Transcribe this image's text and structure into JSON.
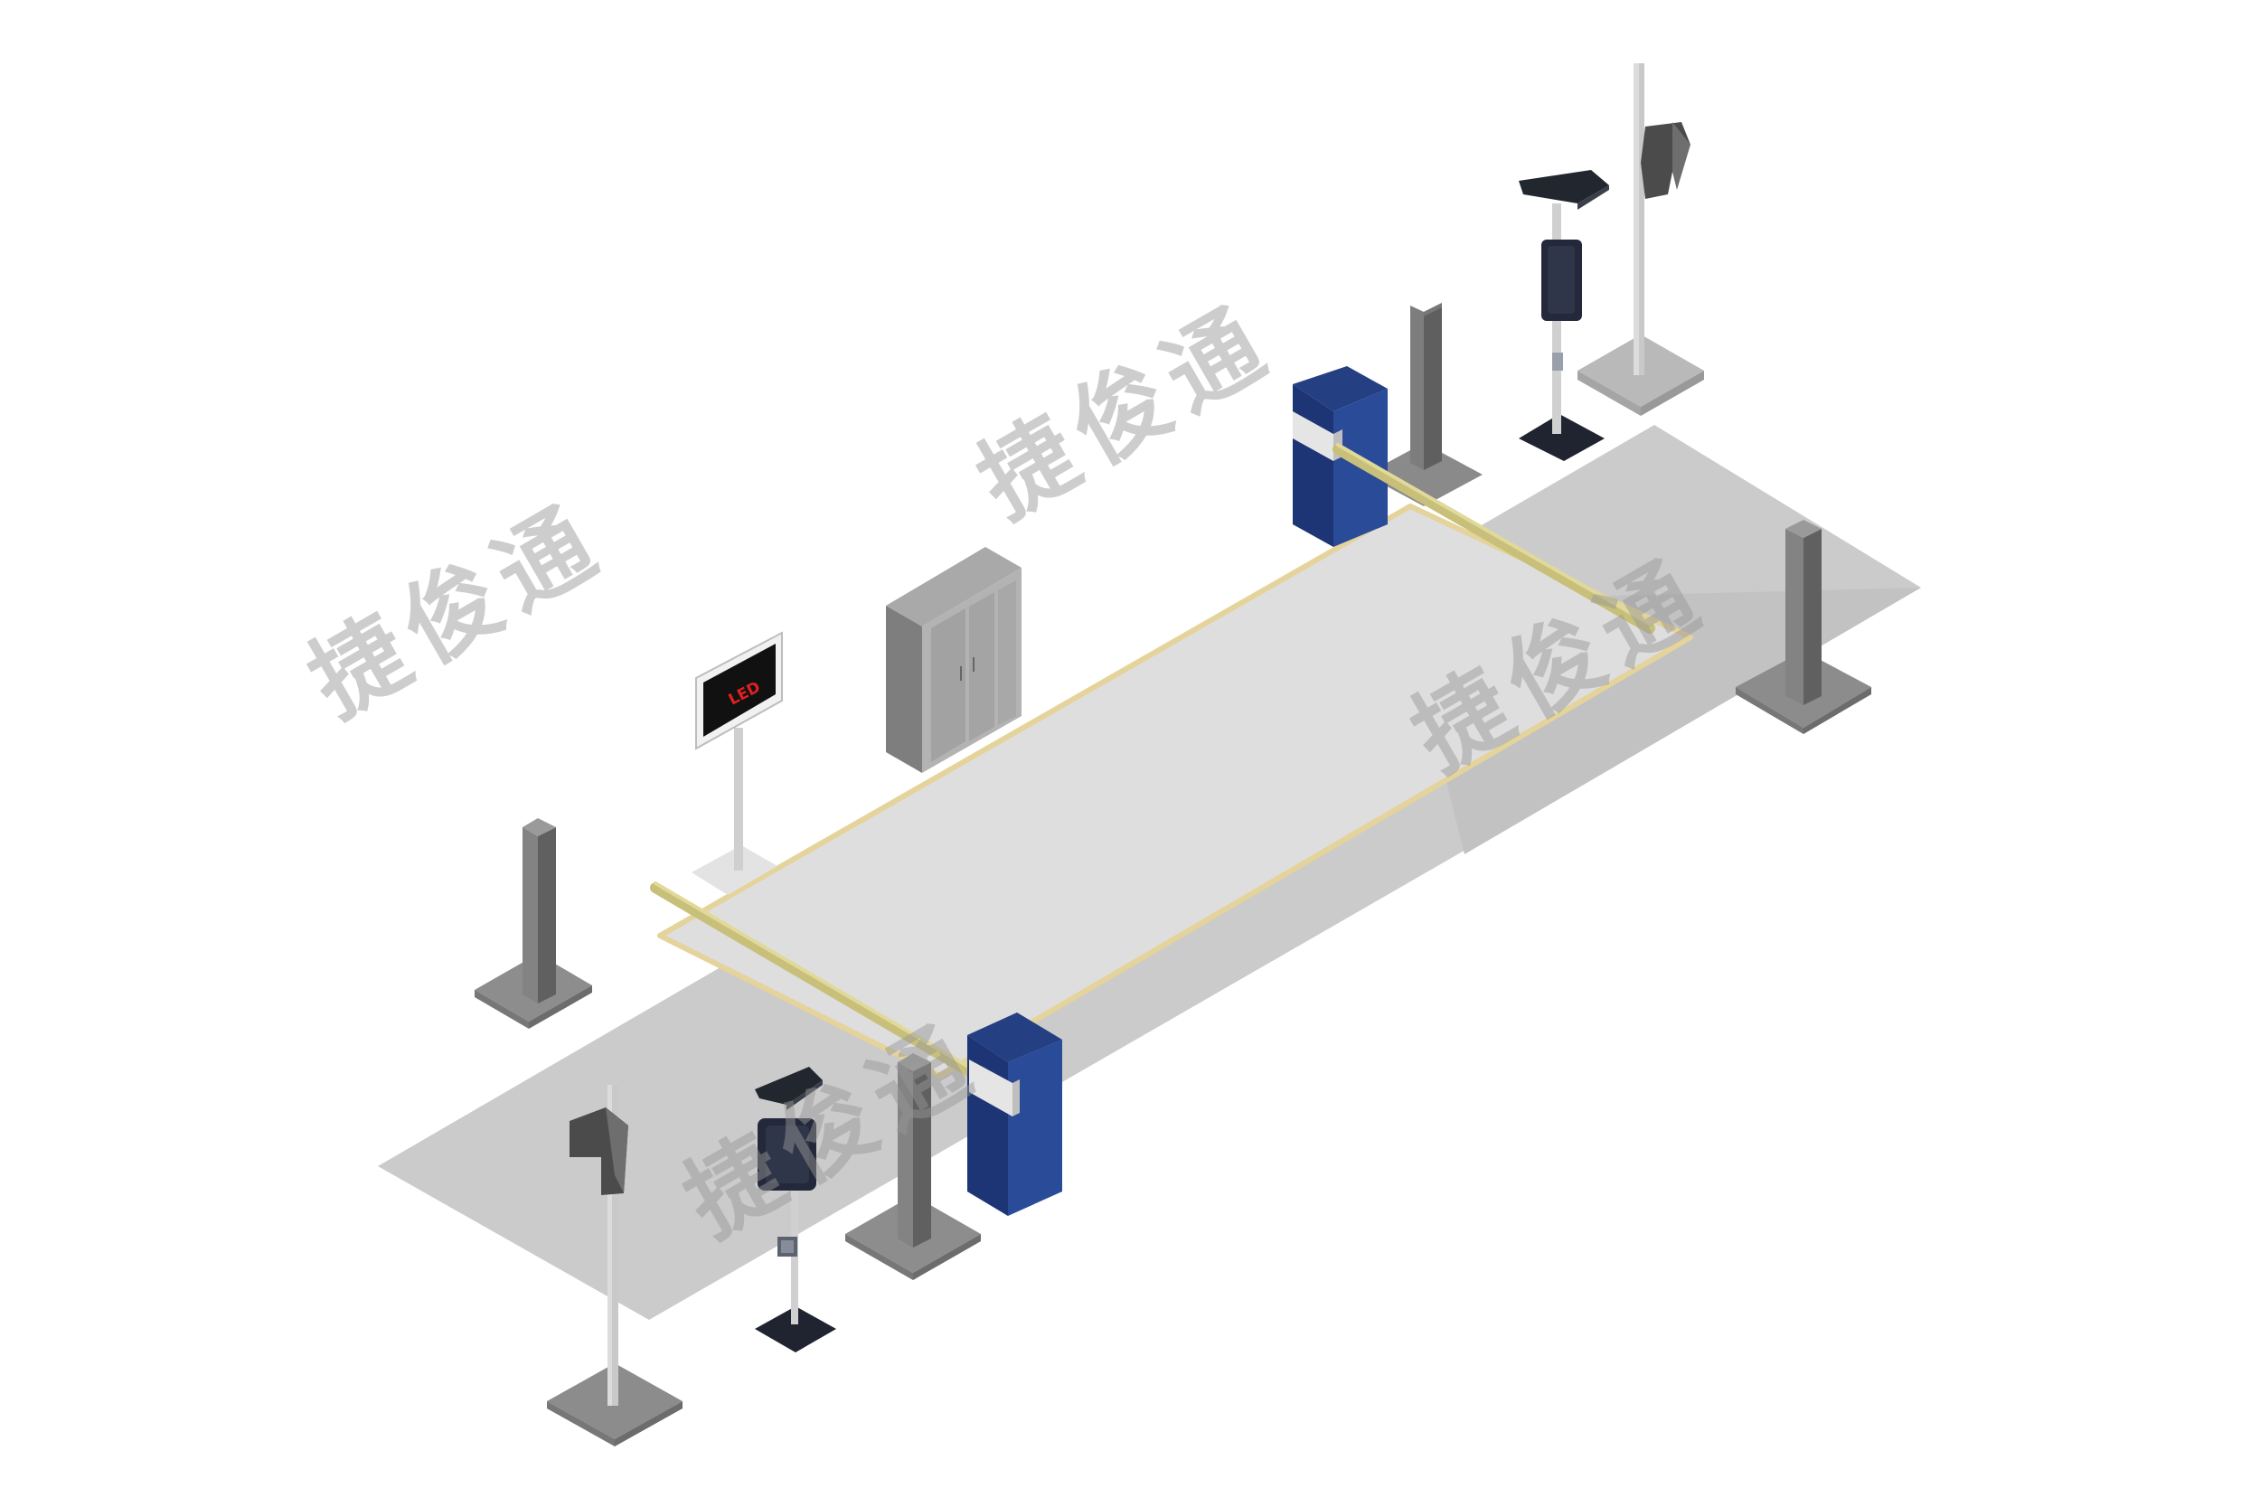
{
  "sign": {
    "led_text": "LED"
  },
  "watermarks": [
    {
      "text": "捷俊通"
    },
    {
      "text": "捷俊通"
    },
    {
      "text": "捷俊通"
    },
    {
      "text": "捷俊通"
    }
  ]
}
